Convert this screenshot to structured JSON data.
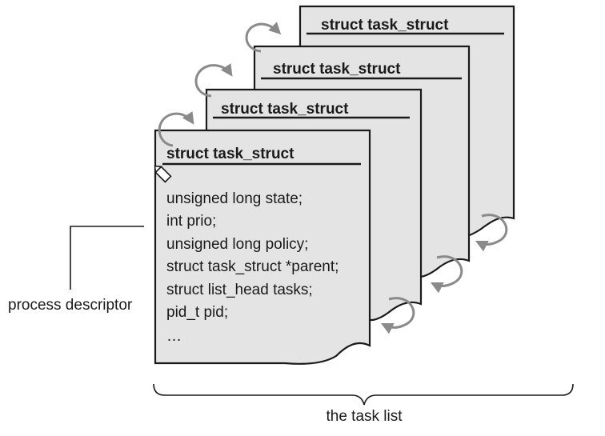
{
  "diagram": {
    "sheet_title": "struct task_struct",
    "fields": [
      "unsigned long state;",
      "int prio;",
      "unsigned long policy;",
      "struct task_struct *parent;",
      "struct list_head tasks;",
      "pid_t pid;",
      "…"
    ],
    "callout_label": "process descriptor",
    "brace_label": "the task list",
    "colors": {
      "sheet_fill": "#e4e4e4",
      "outline": "#1a1a1a",
      "arrow": "#8a8a8a"
    },
    "icons": [
      "circular-arrow-icon",
      "pencil-cursor-icon"
    ]
  }
}
